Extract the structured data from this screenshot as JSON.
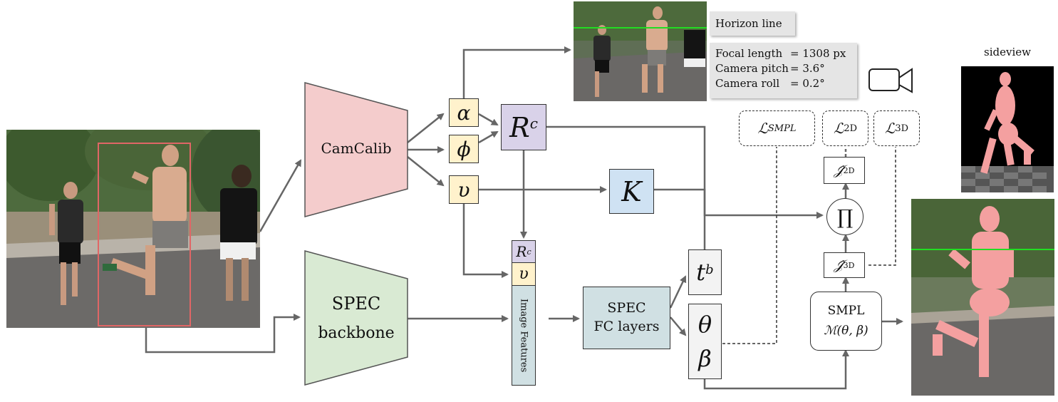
{
  "input_image": {
    "description": "runner"
  },
  "camcalib": {
    "label": "CamCalib"
  },
  "spec_backbone": {
    "line1": "SPEC",
    "line2": "backbone"
  },
  "params": {
    "alpha": "α",
    "phi": "ϕ",
    "upsilon": "υ"
  },
  "rotation": {
    "base": "R",
    "sup": "c"
  },
  "intrinsics": {
    "label": "K"
  },
  "feature_stack": {
    "rc_base": "R",
    "rc_sup": "c",
    "upsilon": "υ",
    "features": "Image Features"
  },
  "fc_layers": {
    "line1": "SPEC",
    "line2": "FC layers"
  },
  "translation": {
    "base": "t",
    "sup": "b"
  },
  "theta": "θ",
  "beta": "β",
  "smpl": {
    "line1": "SMPL",
    "func": "ℳ",
    "args": "(θ, β)"
  },
  "proj": {
    "symbol": "∏"
  },
  "j2d": {
    "base": "𝒥̂",
    "sub": "2D"
  },
  "j3d": {
    "base": "𝒥̂",
    "sub": "3D"
  },
  "losses": [
    {
      "base": "ℒ",
      "sub": "SMPL"
    },
    {
      "base": "ℒ",
      "sub": "2D"
    },
    {
      "base": "ℒ",
      "sub": "3D"
    }
  ],
  "horizon_box": {
    "label": "Horizon line"
  },
  "camera_info": {
    "rows": [
      {
        "name": "Focal length",
        "value": "= 1308 px"
      },
      {
        "name": "Camera pitch",
        "value": "= 3.6°"
      },
      {
        "name": "Camera roll",
        "value": "= 0.2°"
      }
    ]
  },
  "sideview": {
    "label": "sideview"
  },
  "colors": {
    "camcalib_fill": "#f4cccc",
    "backbone_fill": "#d9ead3",
    "param_fill": "#fff2cc",
    "rotation_fill": "#d9d2e9",
    "k_fill": "#cfe2f3",
    "fc_fill": "#d0e0e3",
    "bbox_red": "#e06666",
    "horizon_green": "#22dd22",
    "mesh_pink": "#f4a0a0",
    "arrow_gray": "#666666"
  }
}
